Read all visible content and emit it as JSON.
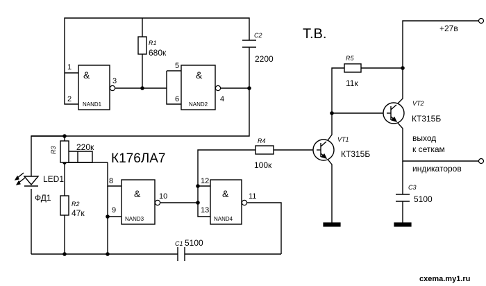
{
  "title": "Т.В.",
  "chip": "К176ЛА7",
  "supply": "+27в",
  "output_lines": [
    "выход",
    "к сеткам",
    "индикаторов"
  ],
  "watermark": "cxema.my1.ru",
  "gates": [
    {
      "name": "NAND1",
      "symbol": "&",
      "in1": "1",
      "in2": "2",
      "out": "3"
    },
    {
      "name": "NAND2",
      "symbol": "&",
      "in1": "5",
      "in2": "6",
      "out": "4"
    },
    {
      "name": "NAND3",
      "symbol": "&",
      "in1": "8",
      "in2": "9",
      "out": "10"
    },
    {
      "name": "NAND4",
      "symbol": "&",
      "in1": "12",
      "in2": "13",
      "out": "11"
    }
  ],
  "resistors": {
    "R1": {
      "ref": "R1",
      "value": "680к"
    },
    "R2": {
      "ref": "R2",
      "value": "47к"
    },
    "R3": {
      "ref": "R3",
      "value": "220к"
    },
    "R4": {
      "ref": "R4",
      "value": "100к"
    },
    "R5": {
      "ref": "R5",
      "value": "11к"
    }
  },
  "capacitors": {
    "C1": {
      "ref": "C1",
      "value": "5100"
    },
    "C2": {
      "ref": "C2",
      "value": "2200"
    },
    "C3": {
      "ref": "C3",
      "value": "5100"
    }
  },
  "transistors": {
    "VT1": {
      "ref": "VT1",
      "type": "КТ315Б"
    },
    "VT2": {
      "ref": "VT2",
      "type": "КТ315Б"
    }
  },
  "led": {
    "label": "LED1"
  },
  "photodiode": {
    "label": "ФД1"
  }
}
